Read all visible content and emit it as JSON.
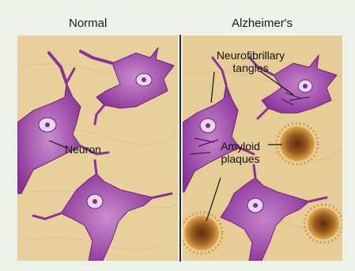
{
  "panels": {
    "normal": {
      "title": "Normal"
    },
    "alzheimers": {
      "title": "Alzheimer's"
    }
  },
  "labels": {
    "neuron": "Neuron",
    "tangles_line1": "Neurofibrillary",
    "tangles_line2": "tangles",
    "plaques_line1": "Amyloid",
    "plaques_line2": "plaques"
  },
  "colors": {
    "tissue": "#e8d2a0",
    "neuron_body": "#9b3fa6",
    "neuron_light": "#c98ccf",
    "nucleus": "#e6d7ec",
    "plaque_core": "#7a4a1a",
    "plaque_edge": "#c7862b",
    "divider": "#2a2a2a"
  }
}
